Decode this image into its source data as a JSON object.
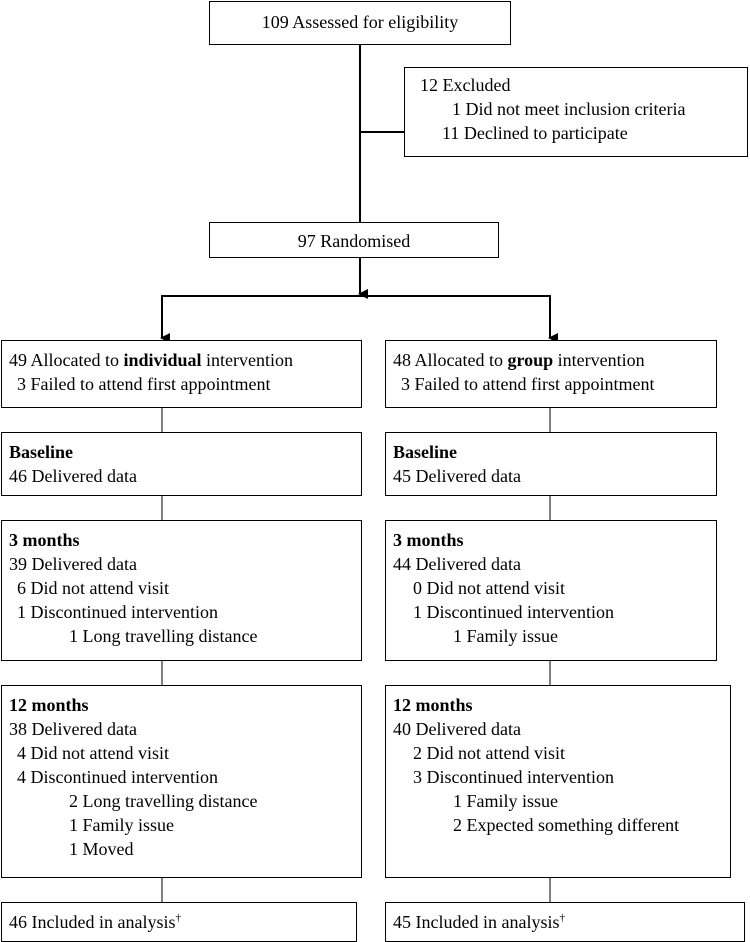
{
  "assessed": "109 Assessed for eligibility",
  "excluded": {
    "title": "12 Excluded",
    "item1": "1 Did not meet inclusion criteria",
    "item2": "11 Declined to participate"
  },
  "randomised": "97 Randomised",
  "individual": {
    "alloc_pre": "49 Allocated to ",
    "alloc_bold": "individual",
    "alloc_post": " intervention",
    "failed": "3 Failed to attend first appointment",
    "baseline_title": "Baseline",
    "baseline_data": "46 Delivered data",
    "m3_title": "3 months",
    "m3_data": "39 Delivered data",
    "m3_notattend": "6 Did not attend visit",
    "m3_discont": "1 Discontinued intervention",
    "m3_reason1": "1 Long travelling distance",
    "m12_title": "12 months",
    "m12_data": "38 Delivered data",
    "m12_notattend": "4 Did not attend visit",
    "m12_discont": "4 Discontinued intervention",
    "m12_reason1": "2 Long travelling distance",
    "m12_reason2": "1 Family issue",
    "m12_reason3": "1 Moved",
    "analysis": "46 Included in analysis",
    "analysis_mark": "†"
  },
  "group": {
    "alloc_pre": "48 Allocated to ",
    "alloc_bold": "group",
    "alloc_post": " intervention",
    "failed": "3 Failed to attend first appointment",
    "baseline_title": "Baseline",
    "baseline_data": "45 Delivered data",
    "m3_title": "3 months",
    "m3_data": "44 Delivered data",
    "m3_notattend": "0 Did not attend visit",
    "m3_discont": "1 Discontinued intervention",
    "m3_reason1": "1 Family issue",
    "m12_title": "12 months",
    "m12_data": "40 Delivered data",
    "m12_notattend": "2 Did not attend visit",
    "m12_discont": "3 Discontinued intervention",
    "m12_reason1": "1 Family issue",
    "m12_reason2": "2 Expected something different",
    "analysis": "45 Included in analysis",
    "analysis_mark": "†"
  }
}
